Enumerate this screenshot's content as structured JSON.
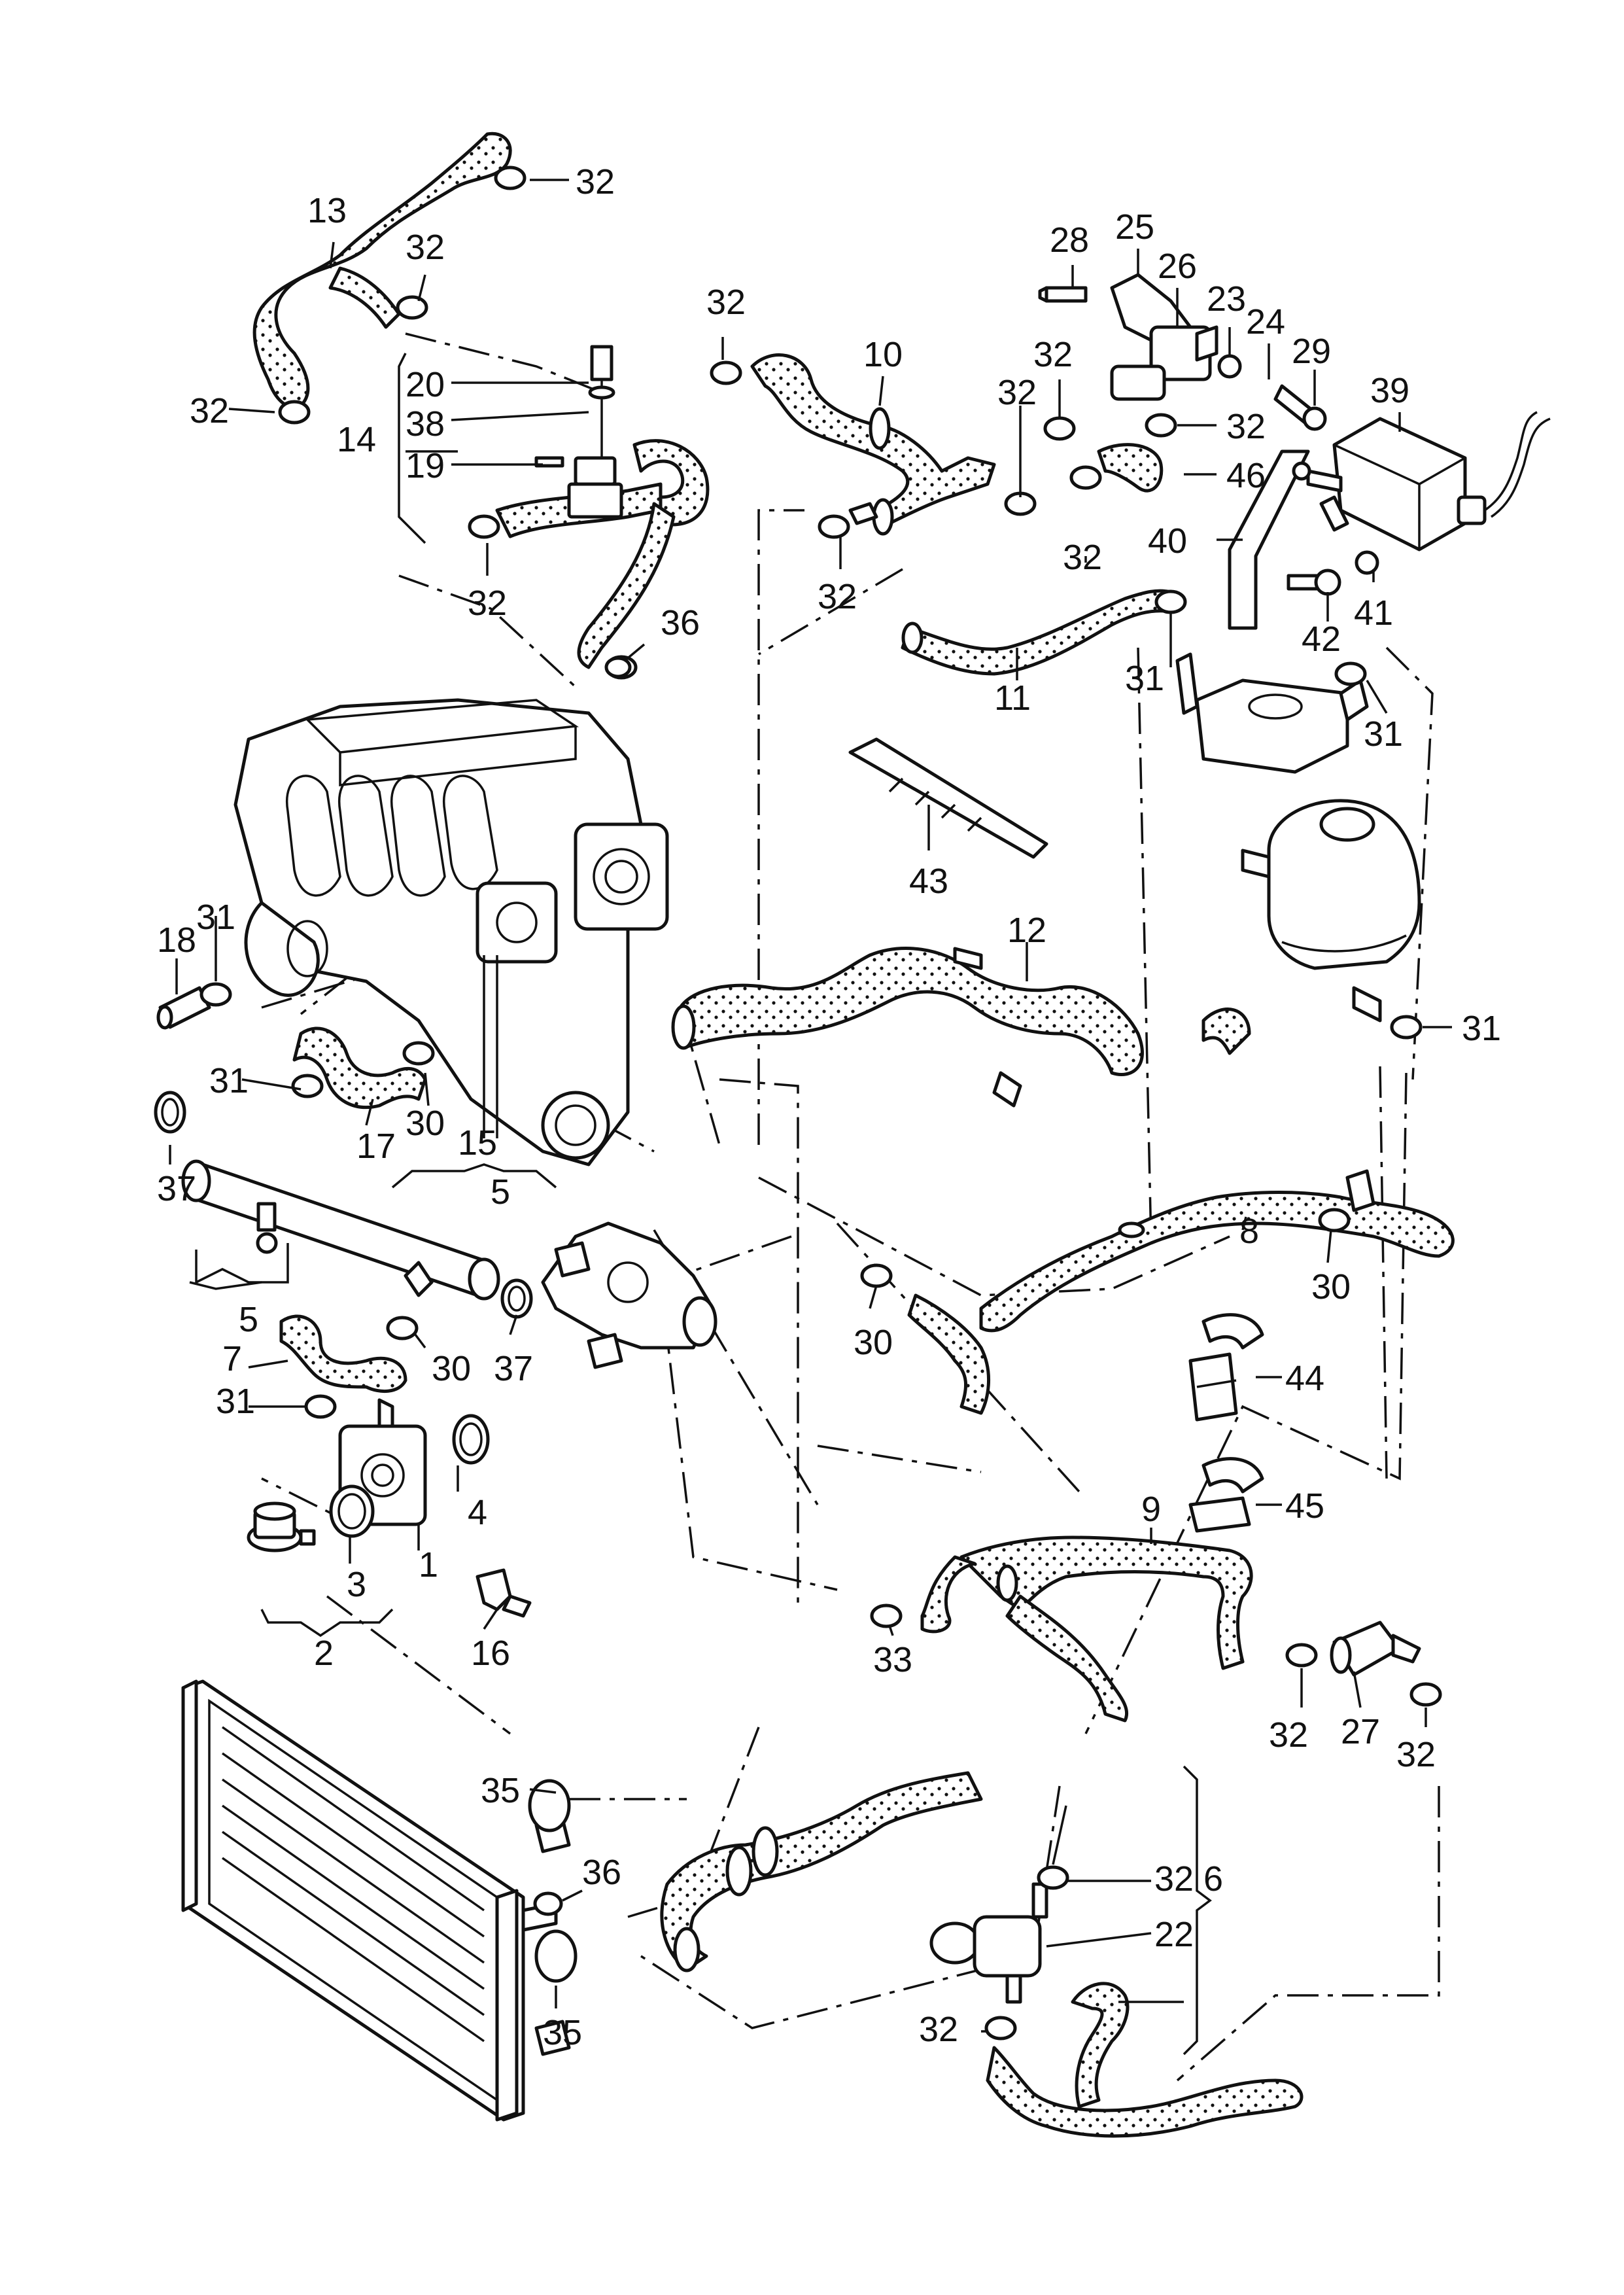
{
  "title": "",
  "labels": {
    "l1": "1",
    "l2": "2",
    "l3": "3",
    "l4": "4",
    "l5": "5",
    "l6": "6",
    "l7": "7",
    "l8": "8",
    "l9": "9",
    "l10": "10",
    "l11": "11",
    "l12": "12",
    "l13": "13",
    "l14": "14",
    "l15": "15",
    "l16": "16",
    "l17": "17",
    "l18": "18",
    "l19": "19",
    "l20": "20",
    "l22": "22",
    "l23": "23",
    "l24": "24",
    "l25": "25",
    "l26": "26",
    "l27": "27",
    "l28": "28",
    "l29": "29",
    "l30": "30",
    "l31": "31",
    "l32": "32",
    "l33": "33",
    "l35": "35",
    "l36": "36",
    "l37": "37",
    "l38": "38",
    "l39": "39",
    "l40": "40",
    "l41": "41",
    "l42": "42",
    "l43": "43",
    "l44": "44",
    "l45": "45",
    "l46": "46"
  },
  "colors": {
    "ink": "#111111",
    "paper": "#ffffff"
  }
}
